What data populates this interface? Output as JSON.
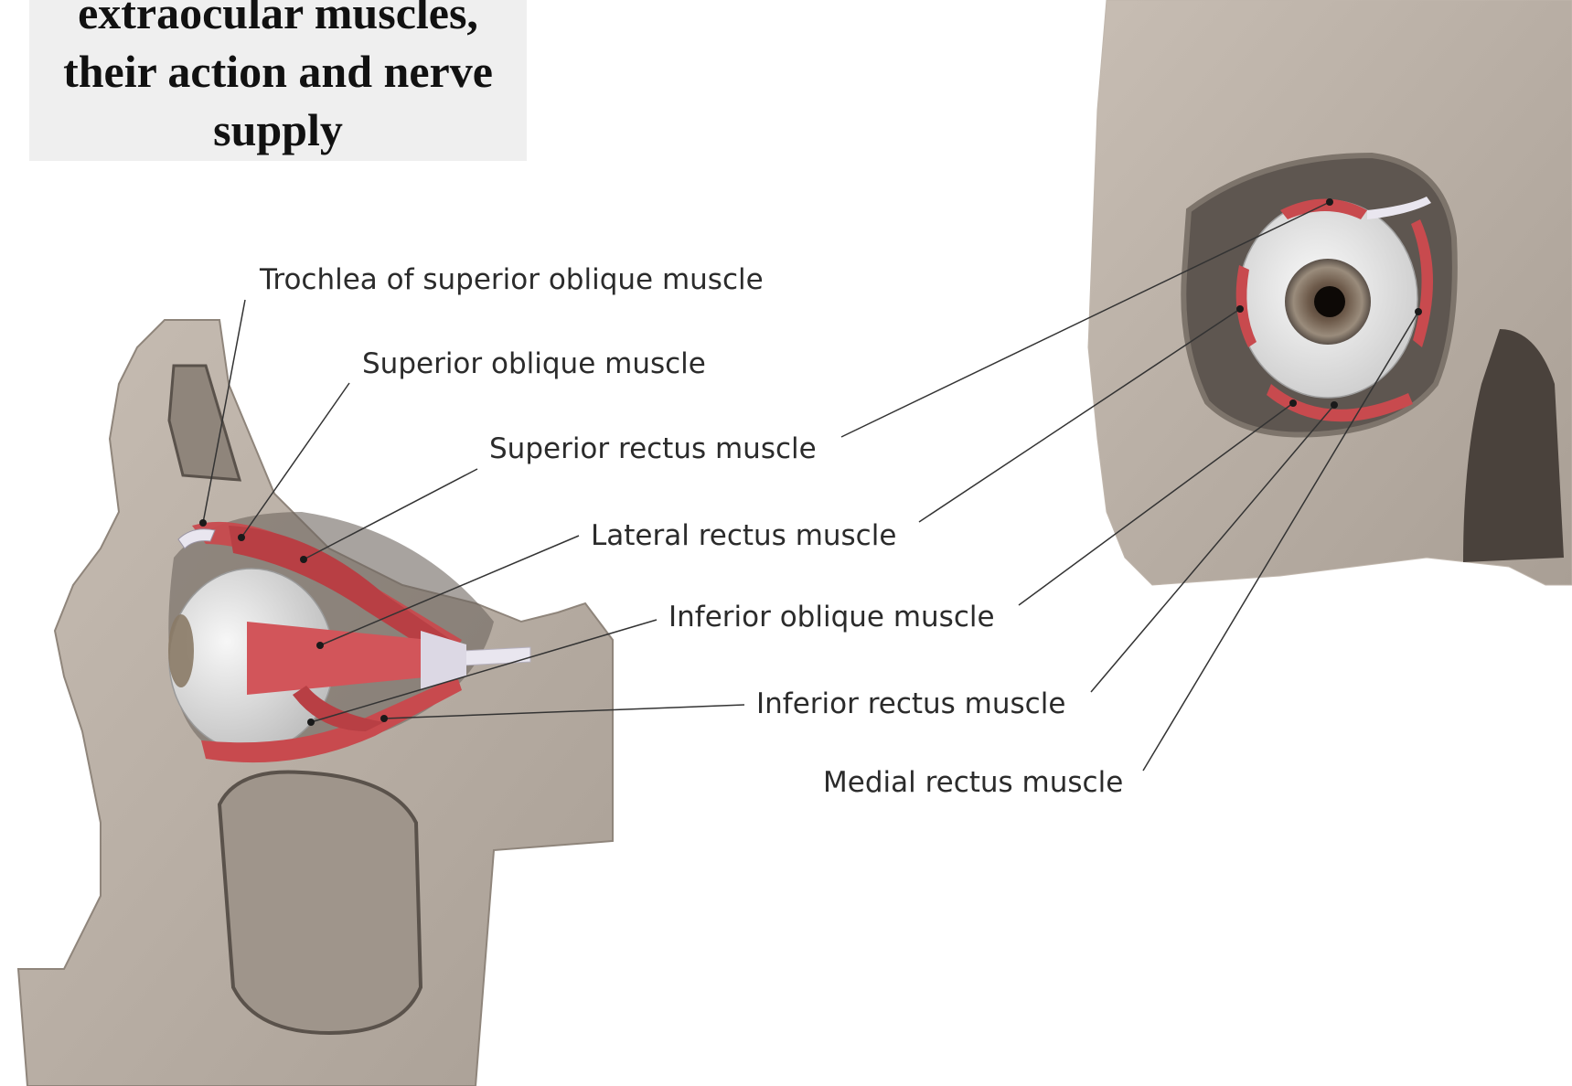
{
  "title": {
    "lines": [
      "extraocular muscles,",
      "their action and nerve",
      "supply"
    ]
  },
  "labels": [
    "Trochlea of superior oblique muscle",
    "Superior oblique muscle",
    "Superior rectus muscle",
    "Lateral rectus muscle",
    "Inferior oblique muscle",
    "Inferior rectus muscle",
    "Medial rectus muscle"
  ],
  "colors": {
    "bone": "#b8aea4",
    "bone_shadow": "#8f857b",
    "muscle": "#c84a4e",
    "tendon": "#e9e6ef",
    "eyeball": "#e4e4e4",
    "iris": "#7a6e62",
    "leader_line": "#333333",
    "title_bg": "#efefef"
  }
}
